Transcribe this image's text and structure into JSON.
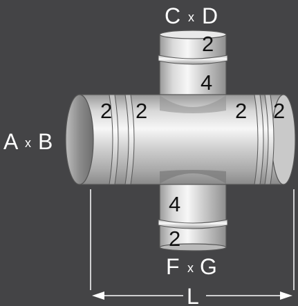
{
  "labels": {
    "top": {
      "first": "C",
      "sep": "x",
      "second": "D"
    },
    "bottom": {
      "first": "F",
      "sep": "x",
      "second": "G"
    },
    "left": {
      "first": "A",
      "sep": "x",
      "second": "B"
    },
    "length": "L"
  },
  "groove_numbers": {
    "top_band": "2",
    "top_outlet": "4",
    "bottom_outlet": "4",
    "bottom_band": "2",
    "left_band_outer": "2",
    "left_band_inner": "2",
    "right_band_inner": "2",
    "right_band_outer": "2"
  },
  "colors": {
    "background": "#444446",
    "label": "#ffffff",
    "pipe_light": "#f2f2f2",
    "pipe_dark": "#8a8a8a",
    "outline": "#555555"
  }
}
